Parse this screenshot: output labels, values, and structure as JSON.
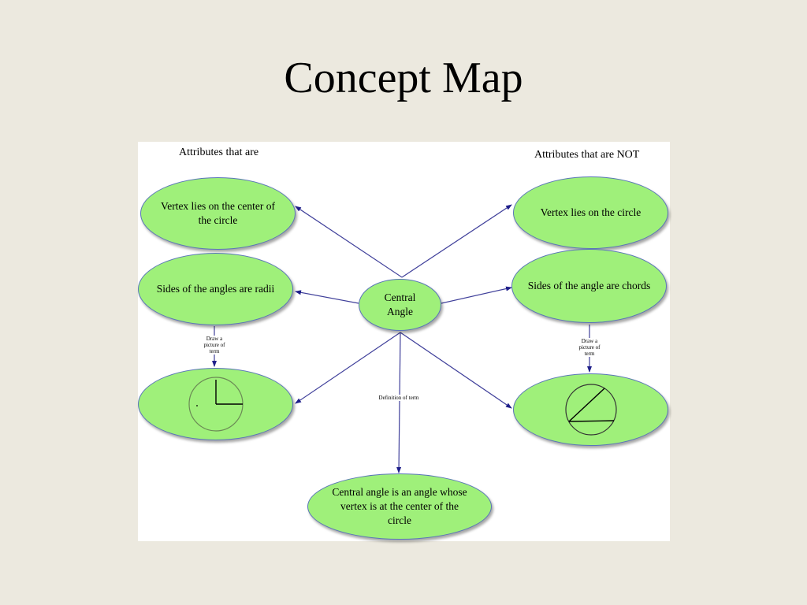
{
  "slide": {
    "title": "Concept Map"
  },
  "headings": {
    "left": "Attributes that are",
    "right": "Attributes that are NOT"
  },
  "nodes": {
    "center": "Central Angle",
    "left_vertex": "Vertex lies on the center of the circle",
    "left_sides": "Sides of the angles are radii",
    "right_vertex": "Vertex lies on the circle",
    "right_sides": "Sides of the angle are chords",
    "definition": "Central angle is an angle whose vertex is at the center of the circle"
  },
  "edge_labels": {
    "left_picture": "Draw a picture of term",
    "right_picture": "Draw a picture of term",
    "definition": "Definition of term"
  },
  "colors": {
    "node_fill": "#9ff07a",
    "node_border": "#5a76b8",
    "arrow": "#3f3f9a",
    "background": "#ece9df"
  },
  "icons": {
    "left_picture": "central-angle-picture",
    "right_picture": "inscribed-angle-picture"
  }
}
